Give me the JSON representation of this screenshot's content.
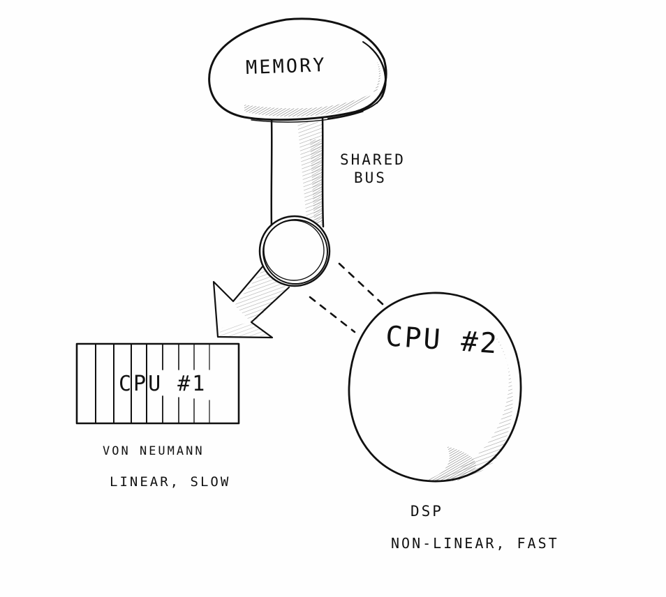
{
  "labels": {
    "memory": "MEMORY",
    "shared_bus_line1": "SHARED",
    "shared_bus_line2": "BUS",
    "cpu1": "CPU #1",
    "cpu2": "CPU #2",
    "cpu1_caption_line1": "VON NEUMANN",
    "cpu1_caption_line2": "LINEAR, SLOW",
    "cpu2_caption_line1": "DSP",
    "cpu2_caption_line2": "NON-LINEAR, FAST"
  },
  "colors": {
    "ink": "#111111",
    "paper": "#fefefe",
    "shade": "#9a9a9a"
  }
}
